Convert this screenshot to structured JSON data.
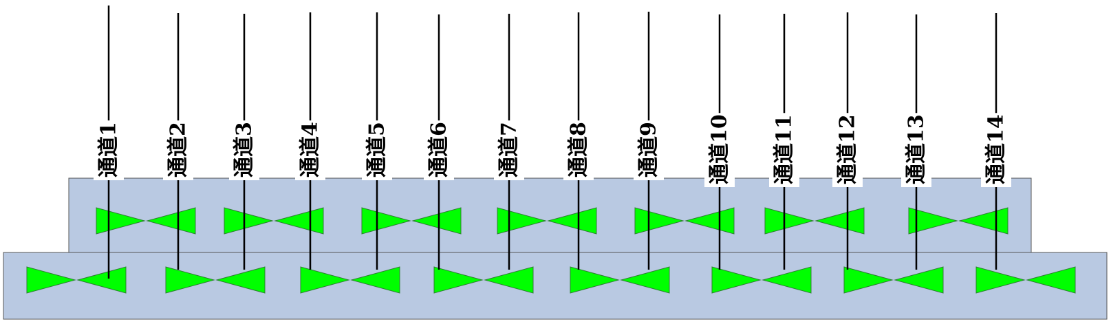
{
  "colors": {
    "background": "#ffffff",
    "panel_fill": "#b9c9e2",
    "panel_stroke": "#555555",
    "triangle_fill": "#00ff00",
    "triangle_stroke": "#2e7d32",
    "line": "#000000",
    "label_bg": "#ffffff",
    "label_text": "#000000"
  },
  "channels": [
    {
      "label": "通道1"
    },
    {
      "label": "通道2"
    },
    {
      "label": "通道3"
    },
    {
      "label": "通道4"
    },
    {
      "label": "通道5"
    },
    {
      "label": "通道6"
    },
    {
      "label": "通道7"
    },
    {
      "label": "通道8"
    },
    {
      "label": "通道9"
    },
    {
      "label": "通道10"
    },
    {
      "label": "通道11"
    },
    {
      "label": "通道12"
    },
    {
      "label": "通道13"
    },
    {
      "label": "通道14"
    }
  ]
}
